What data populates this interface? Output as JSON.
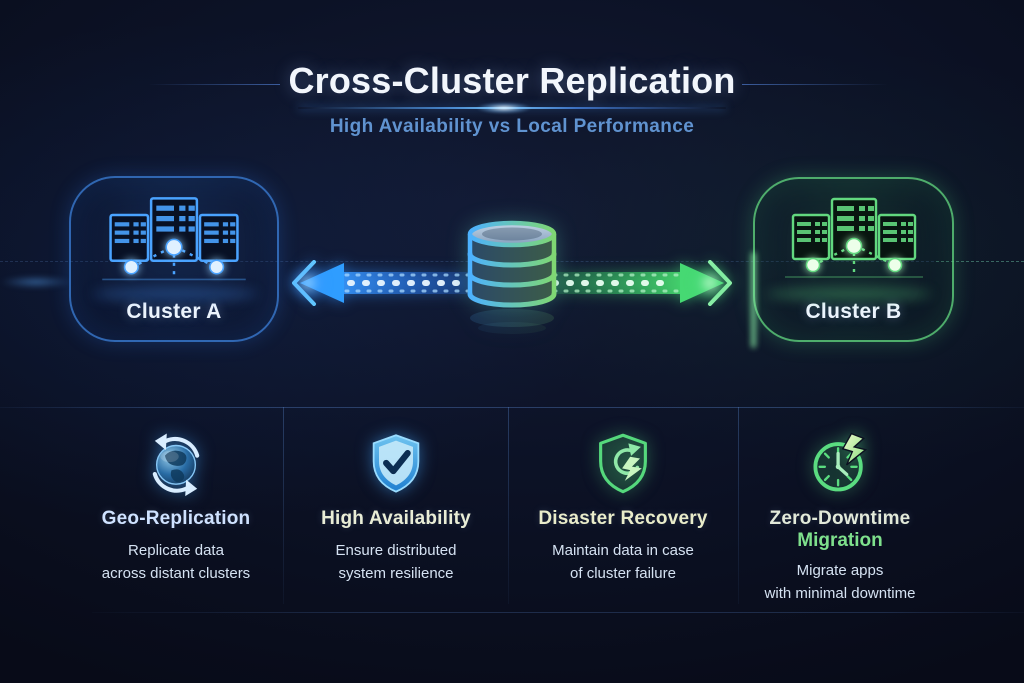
{
  "header": {
    "title": "Cross-Cluster Replication",
    "subtitle": "High Availability vs Local Performance"
  },
  "diagram": {
    "cluster_a": {
      "label": "Cluster A",
      "accent": "#4aa3ff",
      "icon": "buildings-network-icon"
    },
    "cluster_b": {
      "label": "Cluster B",
      "accent": "#62d87f",
      "icon": "buildings-network-icon"
    },
    "center_icon": "database-cylinder-icon",
    "left_arrow_icon": "replication-arrow-left-icon",
    "right_arrow_icon": "replication-arrow-right-icon"
  },
  "features": [
    {
      "icon": "globe-sync-icon",
      "title": "Geo-Replication",
      "desc_line1": "Replicate data",
      "desc_line2": "across distant clusters",
      "title_color": "#cfe2ff",
      "accent": "#4aa3ff"
    },
    {
      "icon": "shield-check-icon",
      "title": "High Availability",
      "desc_line1": "Ensure distributed",
      "desc_line2": "system resilience",
      "title_color": "#e9edd6",
      "accent": "#38aaf0"
    },
    {
      "icon": "shield-recovery-icon",
      "title": "Disaster Recovery",
      "desc_line1": "Maintain data in case",
      "desc_line2": "of cluster failure",
      "title_color": "#e9ecca",
      "accent": "#55d87c"
    },
    {
      "icon": "clock-lightning-icon",
      "title": "Zero-Downtime",
      "title_line2": "Migration",
      "desc_line1": "Migrate apps",
      "desc_line2": "with minimal downtime",
      "title_color": "#e2e9d9",
      "title_line2_color": "#7ee08c",
      "accent": "#5adc80"
    }
  ],
  "colors": {
    "background": "#0b1020",
    "title_text": "#f2f6fc",
    "subtitle_text": "#6093d0",
    "divider": "#5f91dc"
  }
}
